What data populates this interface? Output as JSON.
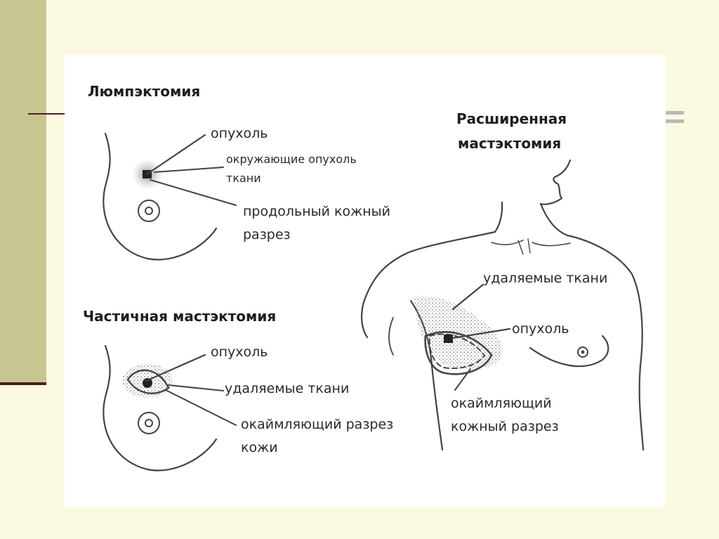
{
  "diagram": {
    "lumpectomy": {
      "title": "Люмпэктомия",
      "tumor": "опухоль",
      "surrounding_line1": "окружающие опухоль",
      "surrounding_line2": "ткани",
      "incision_line1": "продольный кожный",
      "incision_line2": "разрез"
    },
    "partial": {
      "title": "Частичная мастэктомия",
      "tumor": "опухоль",
      "removed": "удаляемые ткани",
      "incision_line1": "окаймляющий разрез",
      "incision_line2": "кожи"
    },
    "extended": {
      "title_line1": "Расширенная",
      "title_line2": "мастэктомия",
      "removed": "удаляемые ткани",
      "tumor": "опухоль",
      "incision_line1": "окаймляющий",
      "incision_line2": "кожный разрез"
    }
  }
}
